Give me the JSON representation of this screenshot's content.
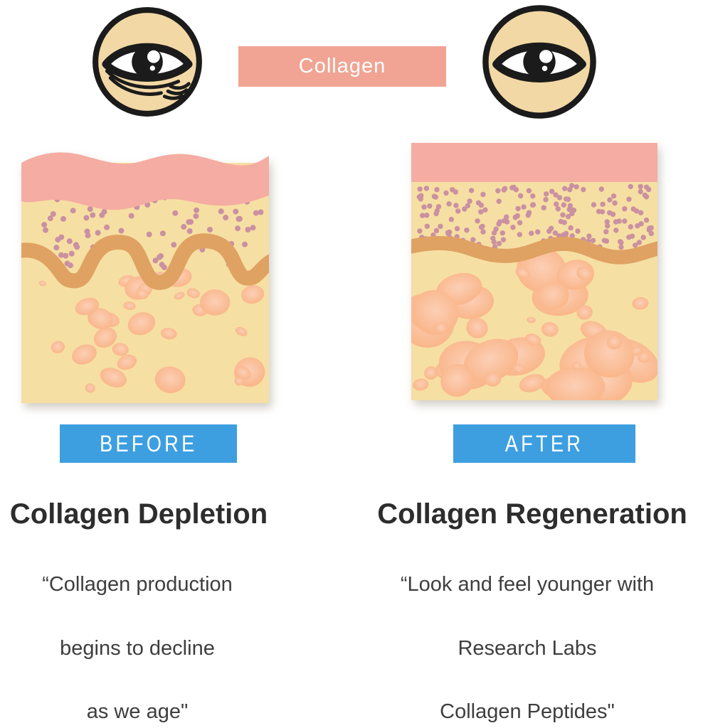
{
  "header": {
    "collagen_label": "Collagen"
  },
  "left": {
    "banner": "BEFORE",
    "title": "Collagen Depletion",
    "quote_lines": [
      "“Collagen production",
      "begins to decline",
      "as we age\""
    ]
  },
  "right": {
    "banner": "AFTER",
    "title": "Collagen Regeneration",
    "quote_lines": [
      "“Look and feel younger with",
      "Research Labs",
      "Collagen Peptides\""
    ]
  },
  "icons": {
    "left_eye": "aged-eye-icon",
    "right_eye": "healthy-eye-icon"
  },
  "colors": {
    "banner_pink": "#F1A493",
    "banner_blue": "#3D9FE0",
    "epidermis_pink": "#F5ACA2",
    "dermis_cream": "#F6DFA3",
    "dot_mauve": "#CA91A1",
    "band_brown": "#DFA262",
    "blob_edge": "#F9AF7D",
    "blob_center": "#FCCFB6",
    "eye_skin": "#F2D8A5",
    "ink": "#1B1B1B",
    "heading_text": "#2D2D2D",
    "quote_text": "#3E3E3E"
  }
}
